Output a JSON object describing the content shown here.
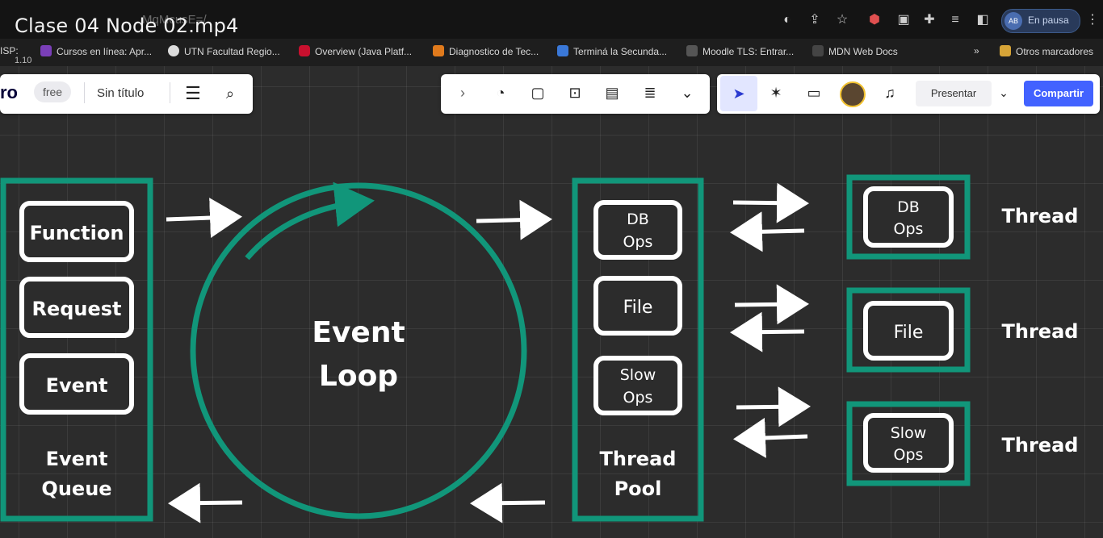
{
  "video": {
    "title": "Clase 04 Node 02.mp4",
    "speed": "1.10",
    "url_fragment": "MqMcusE=/"
  },
  "browser": {
    "profile_label": "En pausa",
    "bookmarks": [
      {
        "label": "ISP"
      },
      {
        "label": "Cursos en línea: Apr..."
      },
      {
        "label": "UTN Facultad Regio..."
      },
      {
        "label": "Overview (Java Platf..."
      },
      {
        "label": "Diagnostico de Tec..."
      },
      {
        "label": "Terminá la Secunda..."
      },
      {
        "label": "Moodle TLS: Entrar..."
      },
      {
        "label": "MDN Web Docs"
      },
      {
        "label": "Otros marcadores"
      }
    ],
    "more_bookmarks": "»"
  },
  "board": {
    "logo": "ro",
    "plan_badge": "free",
    "title": "Sin título",
    "present_label": "Presentar",
    "share_label": "Compartir"
  },
  "diagram": {
    "queue_items": [
      "Function",
      "Request",
      "Event"
    ],
    "queue_label_line1": "Event",
    "queue_label_line2": "Queue",
    "loop_line1": "Event",
    "loop_line2": "Loop",
    "pool_items": [
      {
        "line1": "DB",
        "line2": "Ops"
      },
      {
        "line1": "File",
        "line2": ""
      },
      {
        "line1": "Slow",
        "line2": "Ops"
      }
    ],
    "pool_label_line1": "Thread",
    "pool_label_line2": "Pool",
    "threads": [
      {
        "line1": "DB",
        "line2": "Ops",
        "label": "Thread"
      },
      {
        "line1": "File",
        "line2": "",
        "label": "Thread"
      },
      {
        "line1": "Slow",
        "line2": "Ops",
        "label": "Thread"
      }
    ],
    "colors": {
      "accent": "#11967a",
      "box": "#ffffff",
      "background": "#2c2c2c"
    }
  }
}
